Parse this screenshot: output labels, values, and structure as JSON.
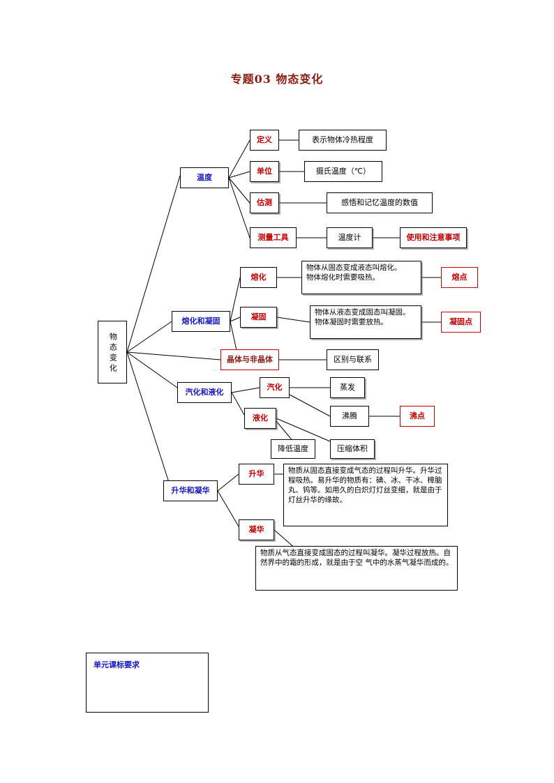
{
  "document": {
    "title": "专题03 物态变化",
    "title_color": "#8b1a10"
  },
  "colors": {
    "red": "#c00000",
    "dark_red": "#8b1a10",
    "blue": "#1414c8",
    "black": "#000000"
  },
  "root": {
    "label": "物态变化"
  },
  "branches": {
    "temperature": {
      "label": "温度",
      "children": {
        "definition": {
          "label": "定义",
          "detail": "表示物体冷热程度"
        },
        "unit": {
          "label": "单位",
          "detail": "摄氏温度（℃）"
        },
        "estimate": {
          "label": "估测",
          "detail": "感悟和记忆温度的数值"
        },
        "tool": {
          "label": "测量工具",
          "detail": "温度计",
          "detail2": "使用和注意事项"
        }
      }
    },
    "melting_solidifying": {
      "label": "熔化和凝固",
      "children": {
        "melting": {
          "label": "熔化",
          "detail": "物体从固态变成液态叫熔化。\n物体熔化时需要吸热。",
          "point": "熔点"
        },
        "solidifying": {
          "label": "凝固",
          "detail": "物体从液态变成固态叫凝固。\n物体凝固时需要放热。",
          "point": "凝固点"
        }
      }
    },
    "crystal": {
      "label": "晶体与非晶体",
      "detail": "区别与联系"
    },
    "vaporization_liquefaction": {
      "label": "汽化和液化",
      "children": {
        "vaporization": {
          "label": "汽化",
          "detail1": "蒸发",
          "detail2": "沸腾",
          "detail2_point": "沸点"
        },
        "liquefaction": {
          "label": "液化",
          "detail1": "降低温度",
          "detail2": "压缩体积"
        }
      }
    },
    "sublimation_deposition": {
      "label": "升华和凝华",
      "children": {
        "sublimation": {
          "label": "升华",
          "detail": "物质从固态直接变成气态的过程叫升华。升华过程吸热。易升华的物质有：碘、冰、干冰、樟脑丸、钨等。如用久的白炽灯灯丝变细，就是由于灯丝升华的缘故。"
        },
        "deposition": {
          "label": "凝华",
          "detail": "物质从气态直接变成固态的过程叫凝华。凝华过程放热。自然界中的霜的形成，就是由于空 气中的水蒸气凝华而成的。"
        }
      }
    }
  },
  "footer": {
    "label": "单元课标要求"
  }
}
